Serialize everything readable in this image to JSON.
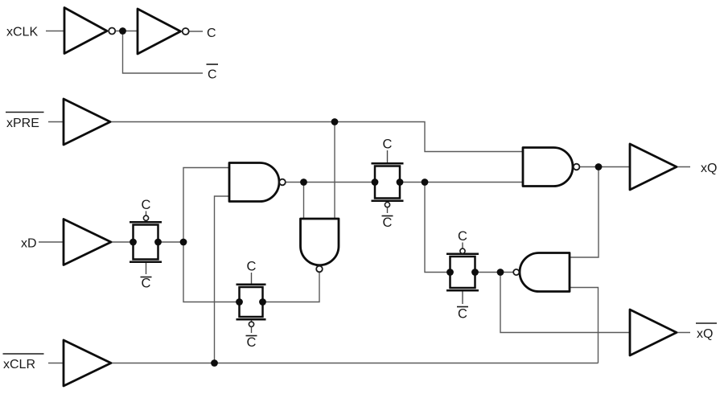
{
  "diagram": {
    "type": "logic-schematic",
    "description": "Edge-triggered D flip-flop with preset and clear built from inverters, buffers, NAND gates and CMOS transmission gates",
    "background_color": "#ffffff",
    "wire_color": "#5a5a5a",
    "gate_color": "#0d0d0d",
    "text_color": "#1a1a1a"
  },
  "signals": {
    "xclk": {
      "text": "xCLK",
      "overline": false
    },
    "c": {
      "text": "C",
      "overline": false
    },
    "c_bar": {
      "text": "C",
      "overline": true
    },
    "xpre": {
      "text": "xPRE",
      "overline": true
    },
    "xd": {
      "text": "xD",
      "overline": false
    },
    "xclr": {
      "text": "xCLR",
      "overline": true
    },
    "xq": {
      "text": "xQ",
      "overline": false
    },
    "xq_bar": {
      "text": "xQ",
      "overline": true
    }
  },
  "tg_labels": {
    "c": {
      "text": "C",
      "overline": false
    },
    "c_bar": {
      "text": "C",
      "overline": true
    }
  },
  "components": {
    "inverters": [
      "clock inverter 1",
      "clock inverter 2"
    ],
    "buffers": [
      "xPRE input buffer",
      "xD input buffer",
      "xCLR input buffer",
      "xQ output buffer",
      "xQ-bar output buffer"
    ],
    "nand_gates": [
      "master NAND (inputs xD, xCLR)",
      "master feedback NAND (inputs master-out, xPRE)",
      "slave NAND (inputs xPRE, slave node) driving xQ",
      "slave feedback NAND (inputs xQ, xCLR)"
    ],
    "transmission_gates": [
      "xD input gate (on when C low)",
      "master feedback gate (on when C high)",
      "master-to-slave gate (on when C high)",
      "slave feedback gate (on when C low)"
    ]
  }
}
